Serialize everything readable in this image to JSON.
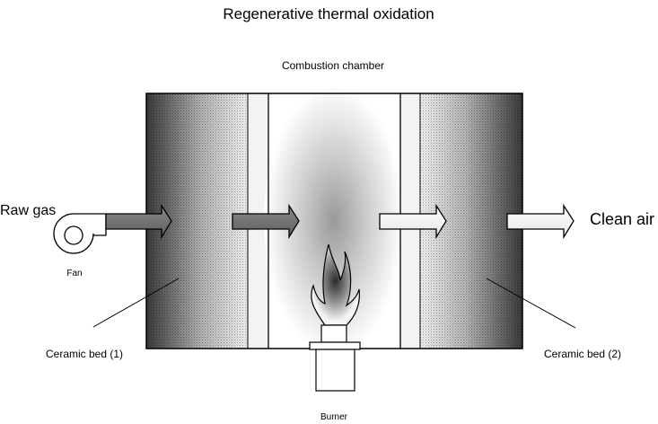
{
  "title": "Regenerative thermal oxidation",
  "labels": {
    "combustion_chamber": "Combustion chamber",
    "raw_gas": "Raw gas",
    "clean_air": "Clean air",
    "fan": "Fan",
    "burner": "Burner",
    "ceramic_bed_1": "Ceramic bed (1)",
    "ceramic_bed_2": "Ceramic bed (2)"
  },
  "colors": {
    "bed_dark": "#3a3a3a",
    "bed_light": "#f2f2f2",
    "arrow_dark": "#6f6f6f",
    "arrow_light": "#f4f4f4",
    "flame_core": "#2b2b2b",
    "glow": "#9a9a9a"
  }
}
